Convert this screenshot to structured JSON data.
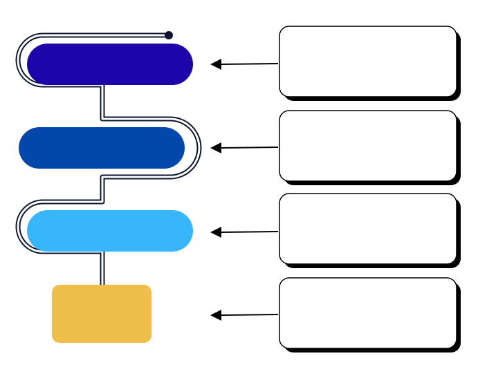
{
  "diagram": {
    "steps": [
      {
        "shape": "pill",
        "color": "#1b04a8"
      },
      {
        "shape": "pill",
        "color": "#0447aa"
      },
      {
        "shape": "pill",
        "color": "#38b6fd"
      },
      {
        "shape": "rounded-rect",
        "color": "#f0be4a"
      }
    ],
    "callouts": [
      {
        "text": ""
      },
      {
        "text": ""
      },
      {
        "text": ""
      },
      {
        "text": ""
      }
    ],
    "connector": {
      "color": "#0b1530"
    },
    "arrow": {
      "color": "#000000"
    },
    "callout_shadow_color": "#000000",
    "callout_fill": "#ffffff"
  }
}
